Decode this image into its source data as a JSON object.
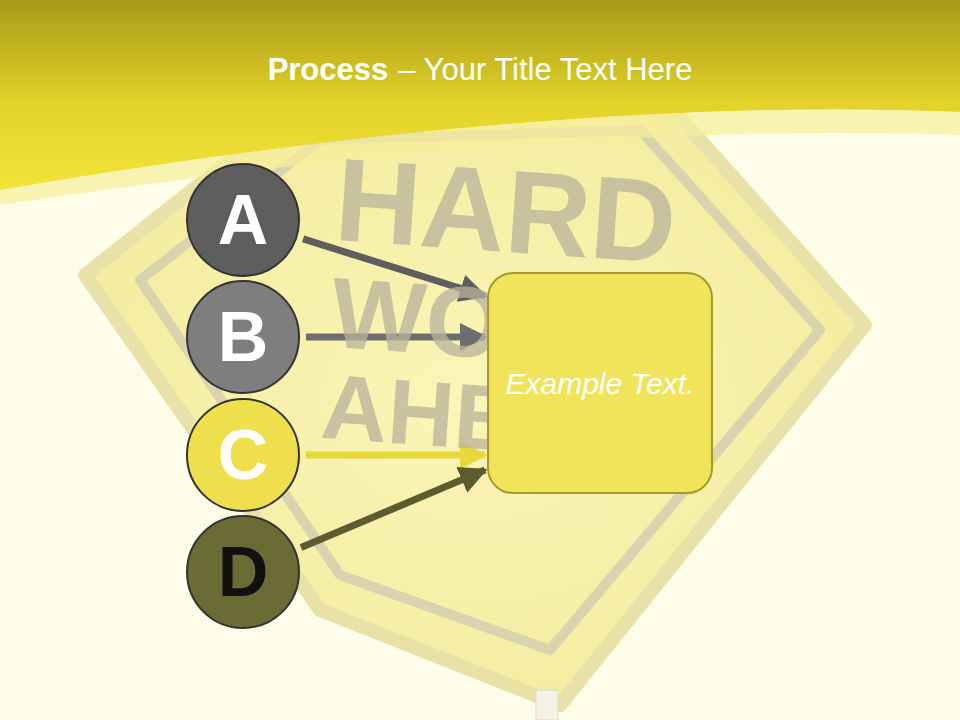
{
  "diagram": {
    "title": "Process",
    "nodes": [
      {
        "text": [
          "A"
        ]
      },
      {
        "text": [
          "B"
        ]
      },
      {
        "text": [
          "C"
        ]
      },
      {
        "text": [
          "D"
        ]
      },
      {
        "text": [
          "Example Text."
        ]
      }
    ],
    "edges": [
      {
        "from": 0,
        "to": 4,
        "arrow": "to"
      },
      {
        "from": 1,
        "to": 4,
        "arrow": "to"
      },
      {
        "from": 2,
        "to": 4,
        "arrow": "to"
      },
      {
        "from": 3,
        "to": 4,
        "arrow": "to"
      }
    ],
    "labels": [
      "– Your Title Text Here",
      "HARD",
      "WORK",
      "AHEAD"
    ]
  }
}
